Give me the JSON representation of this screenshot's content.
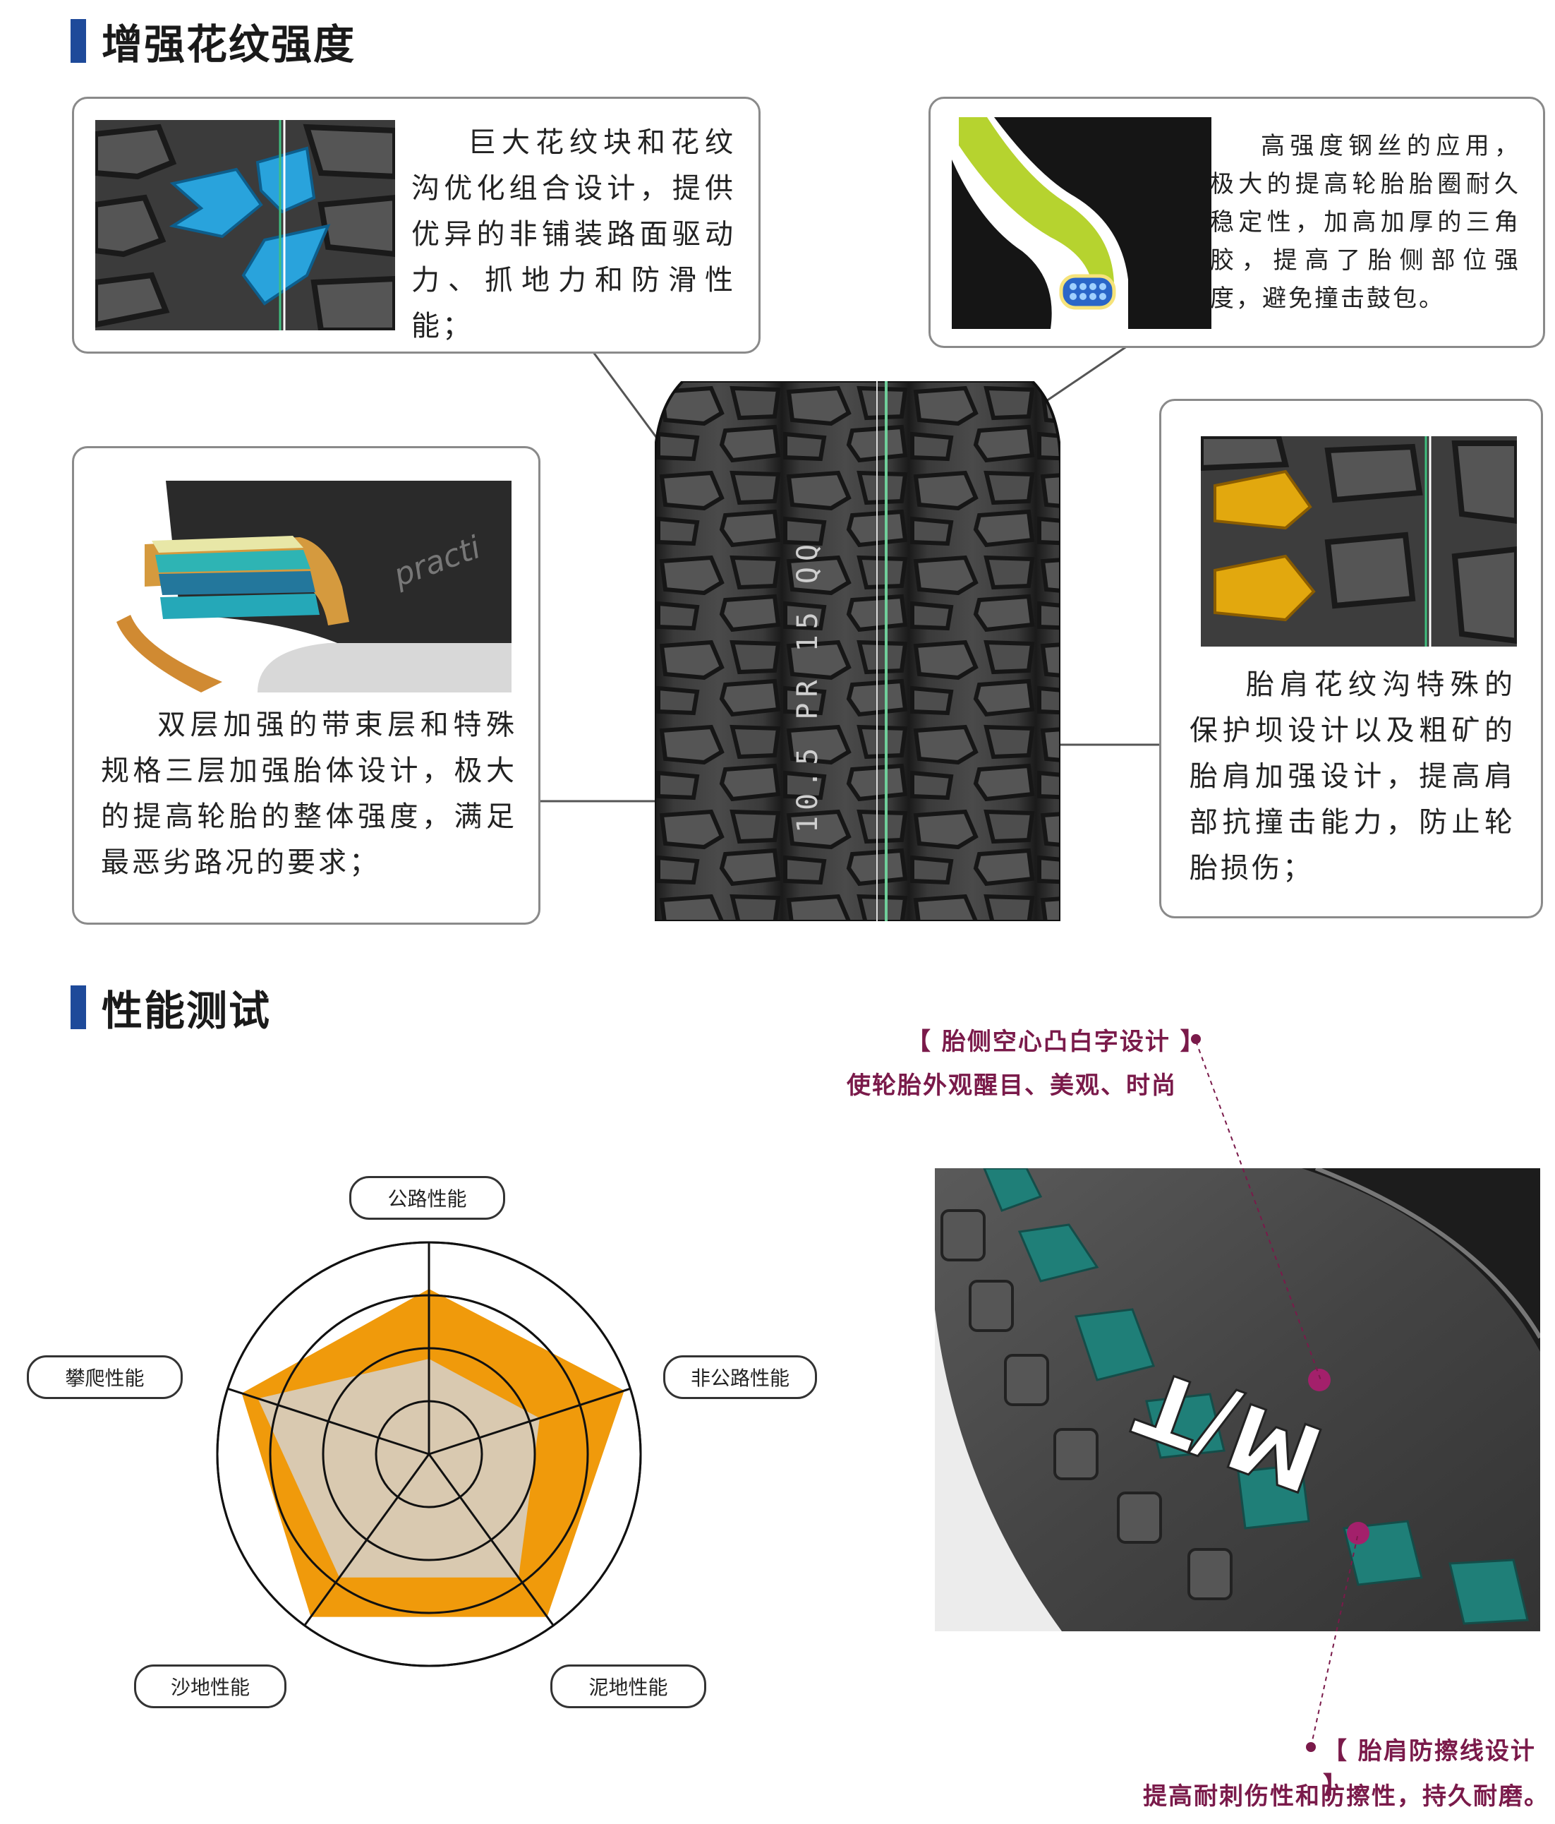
{
  "sections": {
    "pattern_title": "增强花纹强度",
    "test_title": "性能测试"
  },
  "callouts": {
    "tread_block": "巨大花纹块和花纹沟优化组合设计，提供优异的非铺装路面驱动力、抓地力和防滑性能；",
    "bead_wire": "高强度钢丝的应用，极大的提高轮胎胎圈耐久稳定性，加高加厚的三角胶，提高了胎侧部位强度，避免撞击鼓包。",
    "belt_layers": "双层加强的带束层和特殊规格三层加强胎体设计，极大的提高轮胎的整体强度，满足最恶劣路况的要求；",
    "shoulder_groove": "胎肩花纹沟特殊的保护坝设计以及粗矿的胎肩加强设计，提高肩部抗撞击能力，防止轮胎损伤；"
  },
  "radar": {
    "axes": [
      "公路性能",
      "非公路性能",
      "泥地性能",
      "沙地性能",
      "攀爬性能"
    ],
    "series": [
      {
        "values": [
          0.78,
          0.97,
          0.95,
          0.95,
          0.93
        ],
        "color": "#f09a0b"
      },
      {
        "values": [
          0.45,
          0.55,
          0.72,
          0.72,
          0.85
        ],
        "color": "#d9c9b0"
      }
    ],
    "rings": 4
  },
  "sidewall": {
    "feature1_title": "【 胎侧空心凸白字设计 】",
    "feature1_desc": "使轮胎外观醒目、美观、时尚",
    "feature2_title": "【 胎肩防擦线设计 】",
    "feature2_desc": "提高耐刺伤性和防擦性，持久耐磨。",
    "lettering": "M/T",
    "accent": "#7a1a4a"
  },
  "tire_print": {
    "sidewall_text": "10.5 PR 15 QQ"
  }
}
